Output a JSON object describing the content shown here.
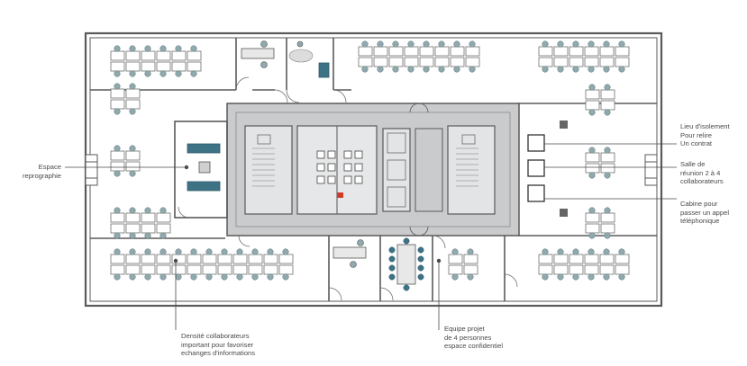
{
  "annotations": {
    "espace_repro": [
      "Espace",
      "reprographie"
    ],
    "isolement": [
      "Lieu d'isolement",
      "Pour relire",
      "Un contrat"
    ],
    "reunion": [
      "Salle de",
      "réunion 2 à 4",
      "collaborateurs"
    ],
    "cabine": [
      "Cabine pour",
      "passer un appel",
      "téléphonique"
    ],
    "densite": [
      "Densité collaborateurs",
      "important pour favoriser",
      "echanges d'informations"
    ],
    "equipe": [
      "Equipe projet",
      "de 4 personnes",
      "espace confidentiel"
    ]
  },
  "colors": {
    "wall": "#606060",
    "core": "#c9cbcc",
    "desk_outline": "#7a7a7a",
    "chair": "#8fa9ad",
    "accent_blue": "#3e7385",
    "line": "#555555"
  }
}
